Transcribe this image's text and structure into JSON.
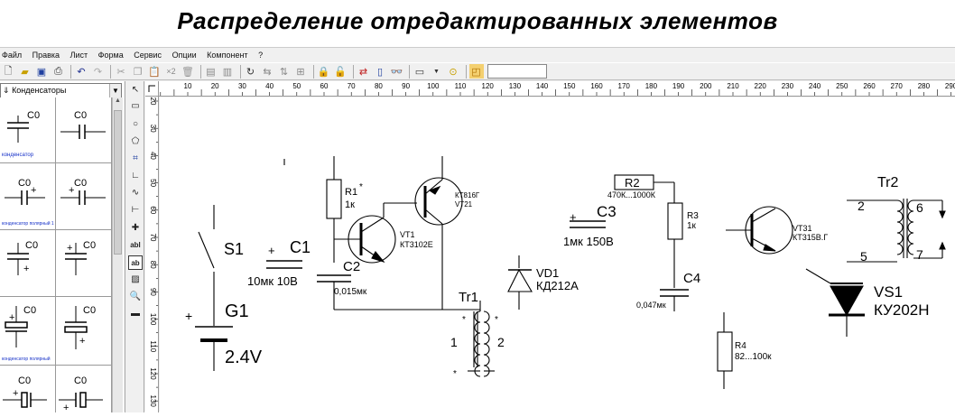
{
  "page_title": "Распределение отредактированных элементов",
  "menu": [
    "Файл",
    "Правка",
    "Лист",
    "Форма",
    "Сервис",
    "Опции",
    "Компонент",
    "?"
  ],
  "toolbar": {
    "zoom_label": "×2"
  },
  "palette": {
    "category": "Конденсаторы",
    "items": [
      {
        "value": "C0",
        "caption": "конденсатор"
      },
      {
        "value": "C0",
        "caption": ""
      },
      {
        "value": "C0",
        "caption": "конденсатор полярный 1"
      },
      {
        "value": "C0",
        "caption": ""
      },
      {
        "value": "C0",
        "caption": ""
      },
      {
        "value": "C0",
        "caption": ""
      },
      {
        "value": "C0",
        "caption": "конденсатор полярный"
      },
      {
        "value": "C0",
        "caption": ""
      },
      {
        "value": "C0",
        "caption": ""
      },
      {
        "value": "C0",
        "caption": ""
      }
    ]
  },
  "ruler": {
    "top": [
      "10",
      "20",
      "30",
      "40",
      "50",
      "60",
      "70",
      "80",
      "90",
      "100",
      "110",
      "120",
      "130",
      "140",
      "150",
      "160",
      "170",
      "180",
      "190",
      "200",
      "210",
      "220",
      "230",
      "240",
      "250",
      "260",
      "270",
      "280",
      "290"
    ],
    "left": [
      "20",
      "30",
      "40",
      "50",
      "60",
      "70",
      "80",
      "90",
      "100",
      "110",
      "120",
      "130"
    ]
  },
  "schematic": {
    "S1": "S1",
    "G1": "G1",
    "G1_voltage": "2.4V",
    "C1": "C1",
    "C1_value": "10мк 10В",
    "R1": "R1",
    "R1_star": "*",
    "R1_value": "1к",
    "C2": "C2",
    "C2_value": "0,015мк",
    "VT1": "VT1",
    "VT1_type": "КТ3102Е",
    "VT2": "КТ816Г",
    "VT2_sub": "VT21",
    "Tr1": "Tr1",
    "Tr1_w1": "1",
    "Tr1_w2": "2",
    "star": "*",
    "VD1": "VD1",
    "VD1_type": "КД212А",
    "R2": "R2",
    "R2_value": "470К...1000К",
    "C3": "C3",
    "C3_value": "1мк 150В",
    "R3": "R3",
    "R3_value": "1к",
    "C4": "C4",
    "C4_value": "0,047мк",
    "R4": "R4",
    "R4_value": "82...100к",
    "VT31": "VT31",
    "VT31_type": "КТ315В.Г",
    "Tr2": "Tr2",
    "Tr2_p2": "2",
    "Tr2_p5": "5",
    "Tr2_p6": "6",
    "Tr2_p7": "7",
    "VS1": "VS1",
    "VS1_type": "КУ202Н",
    "plus": "+"
  }
}
